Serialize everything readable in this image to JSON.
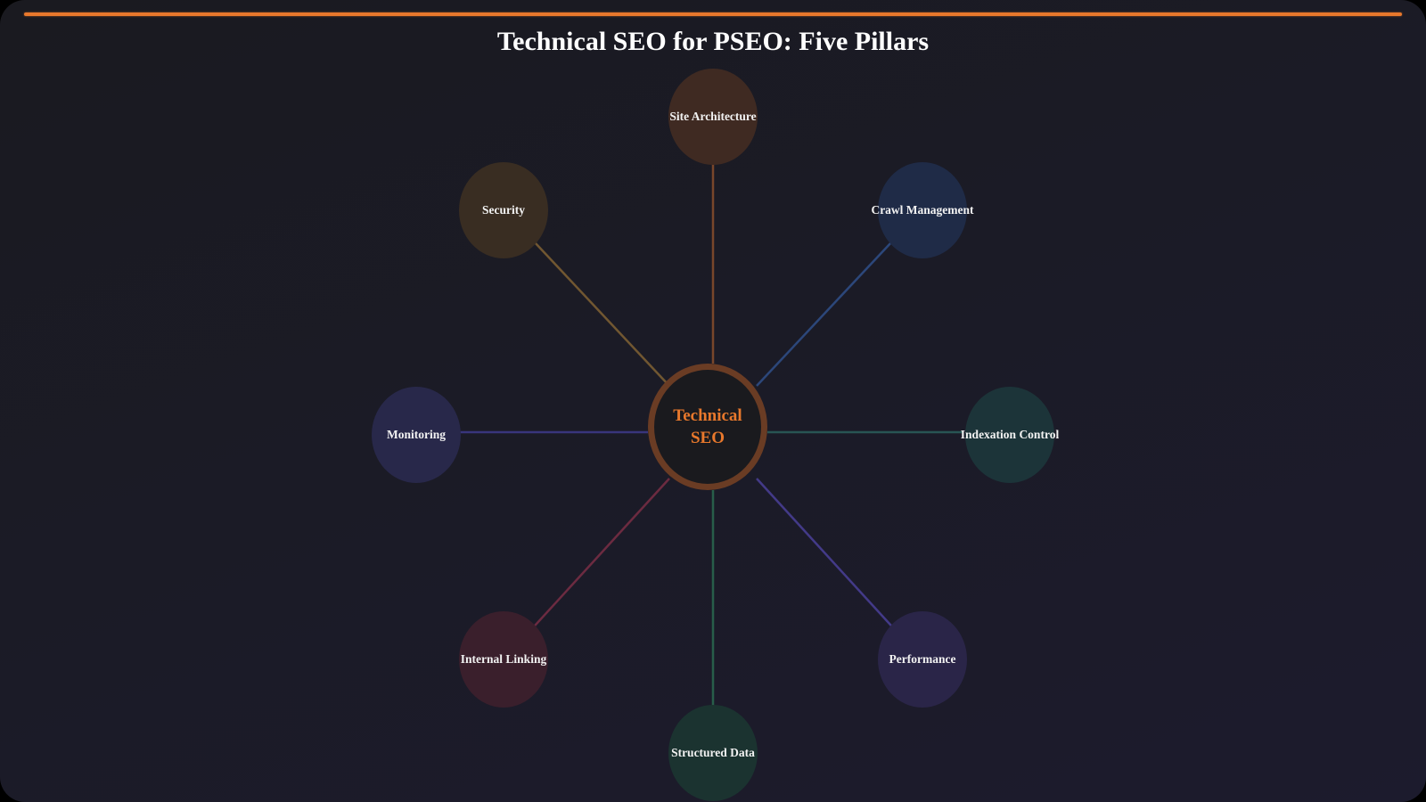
{
  "title": "Technical SEO for PSEO: Five Pillars",
  "colors": {
    "accent": "#e8782c",
    "background": "#1b1b26",
    "text": "#ffffff"
  },
  "hub": {
    "line1": "Technical",
    "line2": "SEO",
    "color": "#e8782c"
  },
  "nodes": [
    {
      "id": "site-architecture",
      "label": "Site Architecture",
      "position": "top",
      "fill": "#3f2a22",
      "line": "#8a4e2c"
    },
    {
      "id": "crawl-management",
      "label": "Crawl Management",
      "position": "top-right",
      "fill": "#1f2b47",
      "line": "#2f4f8a"
    },
    {
      "id": "indexation-control",
      "label": "Indexation Control",
      "position": "right",
      "fill": "#1c3439",
      "line": "#2a5f5c"
    },
    {
      "id": "performance",
      "label": "Performance",
      "position": "bottom-right",
      "fill": "#2a2548",
      "line": "#4a3f99"
    },
    {
      "id": "structured-data",
      "label": "Structured Data",
      "position": "bottom",
      "fill": "#1b3330",
      "line": "#2a6a50"
    },
    {
      "id": "internal-linking",
      "label": "Internal Linking",
      "position": "bottom-left",
      "fill": "#3a1f2c",
      "line": "#7a2e45"
    },
    {
      "id": "monitoring",
      "label": "Monitoring",
      "position": "left",
      "fill": "#28284a",
      "line": "#3e3a8c"
    },
    {
      "id": "security",
      "label": "Security",
      "position": "top-left",
      "fill": "#392d22",
      "line": "#806234"
    }
  ]
}
